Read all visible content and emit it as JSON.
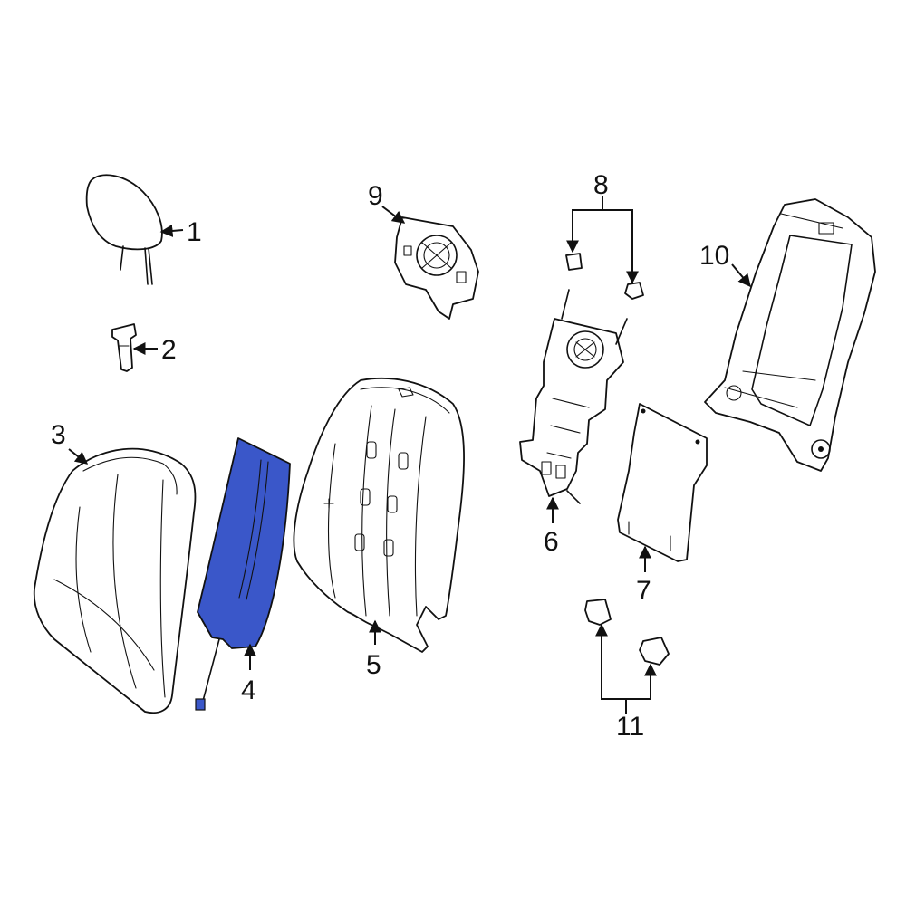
{
  "diagram": {
    "highlight_color": "#3a57c9",
    "line_color": "#111111",
    "background": "#ffffff",
    "highlighted_part": "4",
    "callouts": [
      {
        "id": "c1",
        "label": "1"
      },
      {
        "id": "c2",
        "label": "2"
      },
      {
        "id": "c3",
        "label": "3"
      },
      {
        "id": "c4",
        "label": "4"
      },
      {
        "id": "c5",
        "label": "5"
      },
      {
        "id": "c6",
        "label": "6"
      },
      {
        "id": "c7",
        "label": "7"
      },
      {
        "id": "c8",
        "label": "8"
      },
      {
        "id": "c9",
        "label": "9"
      },
      {
        "id": "c10",
        "label": "10"
      },
      {
        "id": "c11",
        "label": "11"
      }
    ]
  }
}
